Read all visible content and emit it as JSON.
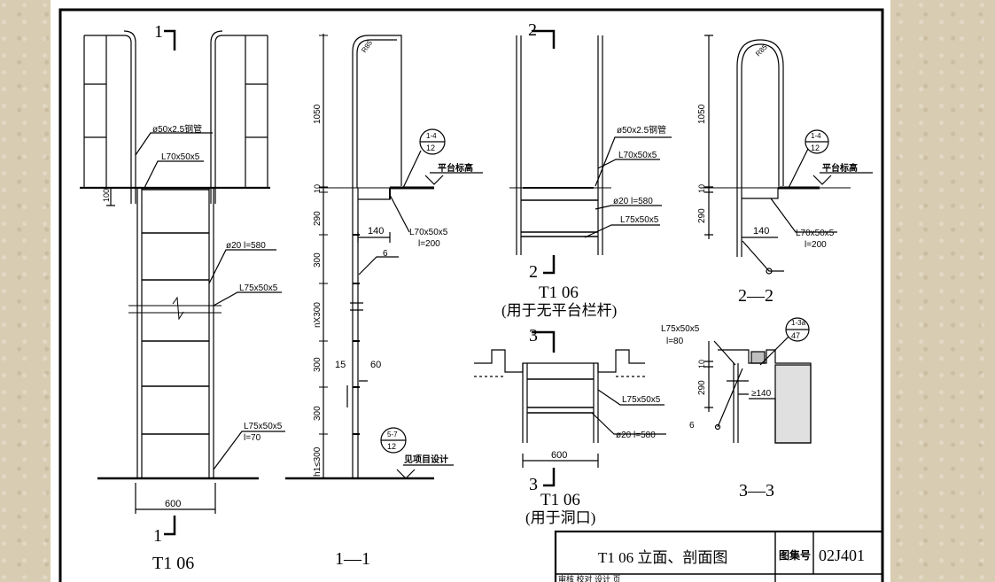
{
  "sections": {
    "s1_top": "1",
    "s1_bottom": "1",
    "s2_top": "2",
    "s2_bottom": "2",
    "s3_top": "3",
    "s3_bottom": "3"
  },
  "view_titles": {
    "elevation": "T1  06",
    "section_1": "1—1",
    "section_2": "2—2",
    "section_3": "3—3",
    "no_platform_title": "T1  06",
    "no_platform_note": "(用于无平台栏杆)",
    "opening_title": "T1  06",
    "opening_note": "(用于洞口)"
  },
  "labels": {
    "pipe": "ø50x2.5钢管",
    "angle_50": "L70x50x5",
    "rung": "ø20  l=580",
    "angle_75": "L75x50x5",
    "angle_75_l70": "L75x50x5",
    "l70": "l=70",
    "angle_l200": "L70x50x5",
    "l200": "l=200",
    "platform_elev": "平台标高",
    "see_project": "见项目设计",
    "angle_l80": "L75x50x5",
    "l80": "l=80",
    "r85": "R85"
  },
  "dims": {
    "d600": "600",
    "d100": "100",
    "d1050": "1050",
    "d10": "10",
    "d290": "290",
    "d300": "300",
    "nx300": "nX300",
    "h300": "h1≤300",
    "d140": "140",
    "d15": "15",
    "d60": "60",
    "d6": "6",
    "ge140": "≥140"
  },
  "callouts": {
    "c1_top": "1-4",
    "c1_bot": "12",
    "c2_top": "5-7",
    "c2_bot": "12",
    "c3_top": "1-3a",
    "c3_bot": "47"
  },
  "title_block": {
    "title": "T1 06   立面、剖面图",
    "atlas_label": "图集号",
    "atlas_no": "02J401",
    "row2": "审核  校对  设计  页"
  }
}
